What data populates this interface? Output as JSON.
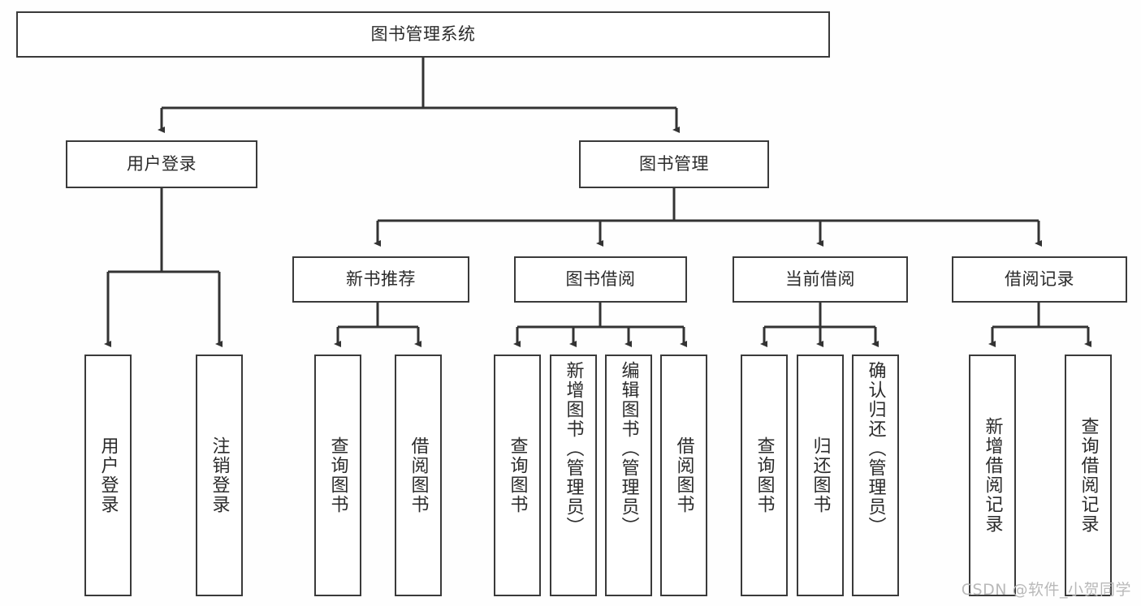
{
  "diagram": {
    "title": "图书管理系统",
    "watermark": "CSDN @软件_小贺同学",
    "colors": {
      "background": "#fefefe",
      "box_fill": "#ffffff",
      "box_stroke": "#3a3a3a",
      "connector": "#333333",
      "text": "#2b2b2b",
      "watermark": "#b9b9b9"
    },
    "root": {
      "label": "图书管理系统"
    },
    "level2": [
      {
        "label": "用户登录"
      },
      {
        "label": "图书管理"
      }
    ],
    "level3": [
      {
        "label": "新书推荐"
      },
      {
        "label": "图书借阅"
      },
      {
        "label": "当前借阅"
      },
      {
        "label": "借阅记录"
      }
    ],
    "leaves": {
      "user_login": [
        {
          "label": "用户登录"
        },
        {
          "label": "注销登录"
        }
      ],
      "new_book_recommend": [
        {
          "label": "查询图书"
        },
        {
          "label": "借阅图书"
        }
      ],
      "book_borrow": [
        {
          "label": "查询图书"
        },
        {
          "label": "新增图书（管理员）"
        },
        {
          "label": "编辑图书（管理员）"
        },
        {
          "label": "借阅图书"
        }
      ],
      "current_borrow": [
        {
          "label": "查询图书"
        },
        {
          "label": "归还图书"
        },
        {
          "label": "确认归还（管理员）"
        }
      ],
      "borrow_record": [
        {
          "label": "新增借阅记录"
        },
        {
          "label": "查询借阅记录"
        }
      ]
    }
  }
}
